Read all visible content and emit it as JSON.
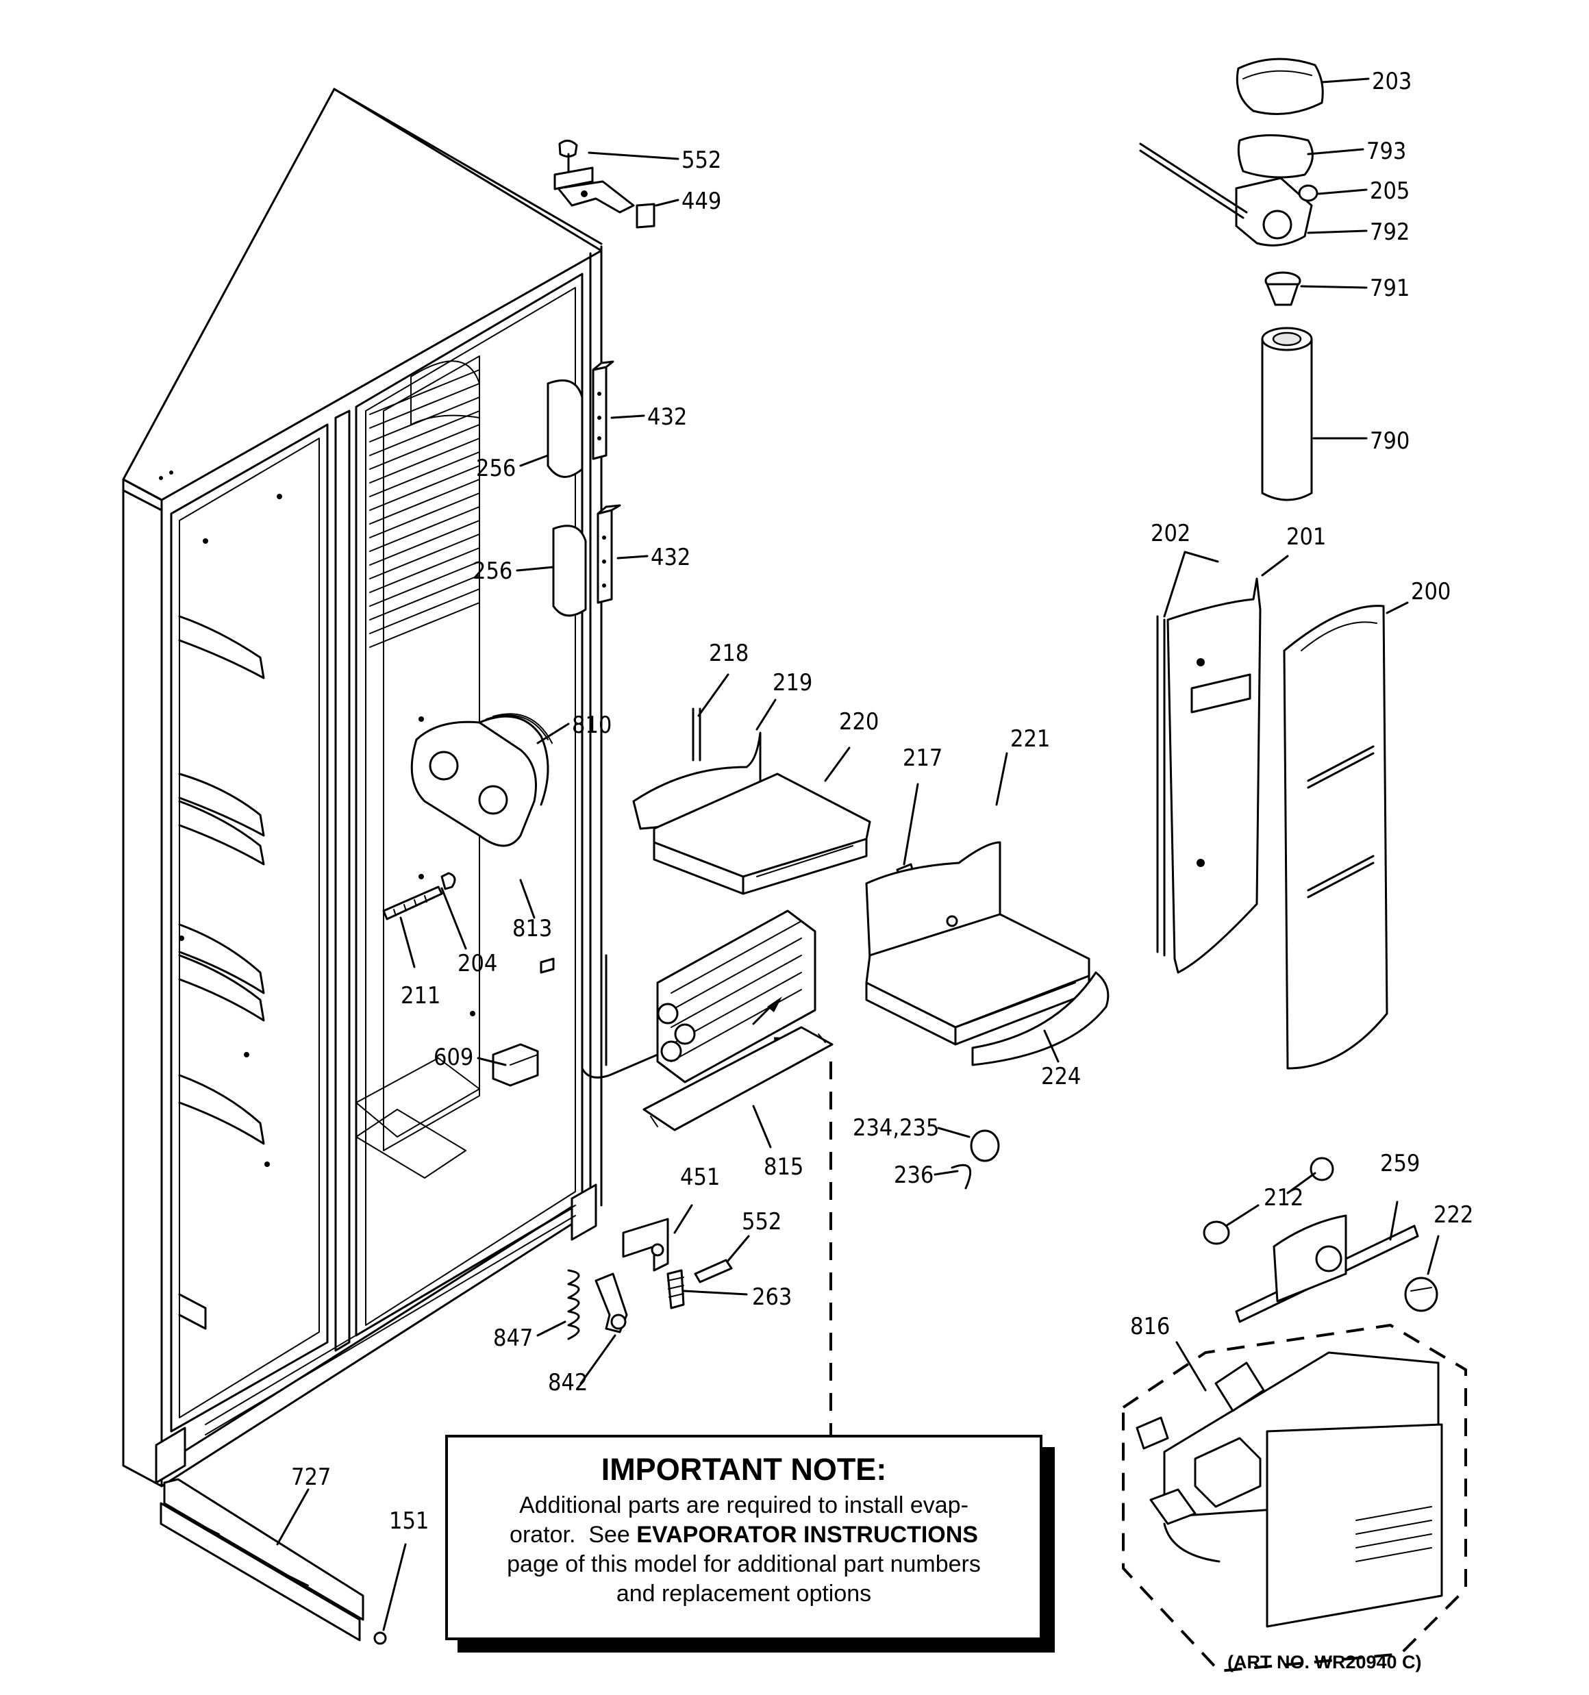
{
  "callouts": {
    "c203": "203",
    "c793": "793",
    "c205": "205",
    "c792": "792",
    "c791": "791",
    "c790": "790",
    "c552a": "552",
    "c449": "449",
    "c432a": "432",
    "c256a": "256",
    "c432b": "432",
    "c256b": "256",
    "c202": "202",
    "c201": "201",
    "c200": "200",
    "c218": "218",
    "c219": "219",
    "c220": "220",
    "c217": "217",
    "c221": "221",
    "c810": "810",
    "c813": "813",
    "c204": "204",
    "c211": "211",
    "c609": "609",
    "c224": "224",
    "c815": "815",
    "c23435": "234,235",
    "c236": "236",
    "c451": "451",
    "c552b": "552",
    "c263": "263",
    "c847": "847",
    "c842": "842",
    "c212": "212",
    "c259": "259",
    "c222": "222",
    "c816": "816",
    "c727": "727",
    "c151": "151"
  },
  "note": {
    "title": "IMPORTANT NOTE:",
    "line1": "Additional parts are required to install evap-",
    "line2_prefix": "orator.  See ",
    "line2_bold": "EVAPORATOR INSTRUCTIONS",
    "line3": "page of this model for additional part numbers",
    "line4": "and replacement options"
  },
  "art_number": "(ART NO. WR20940 C)"
}
